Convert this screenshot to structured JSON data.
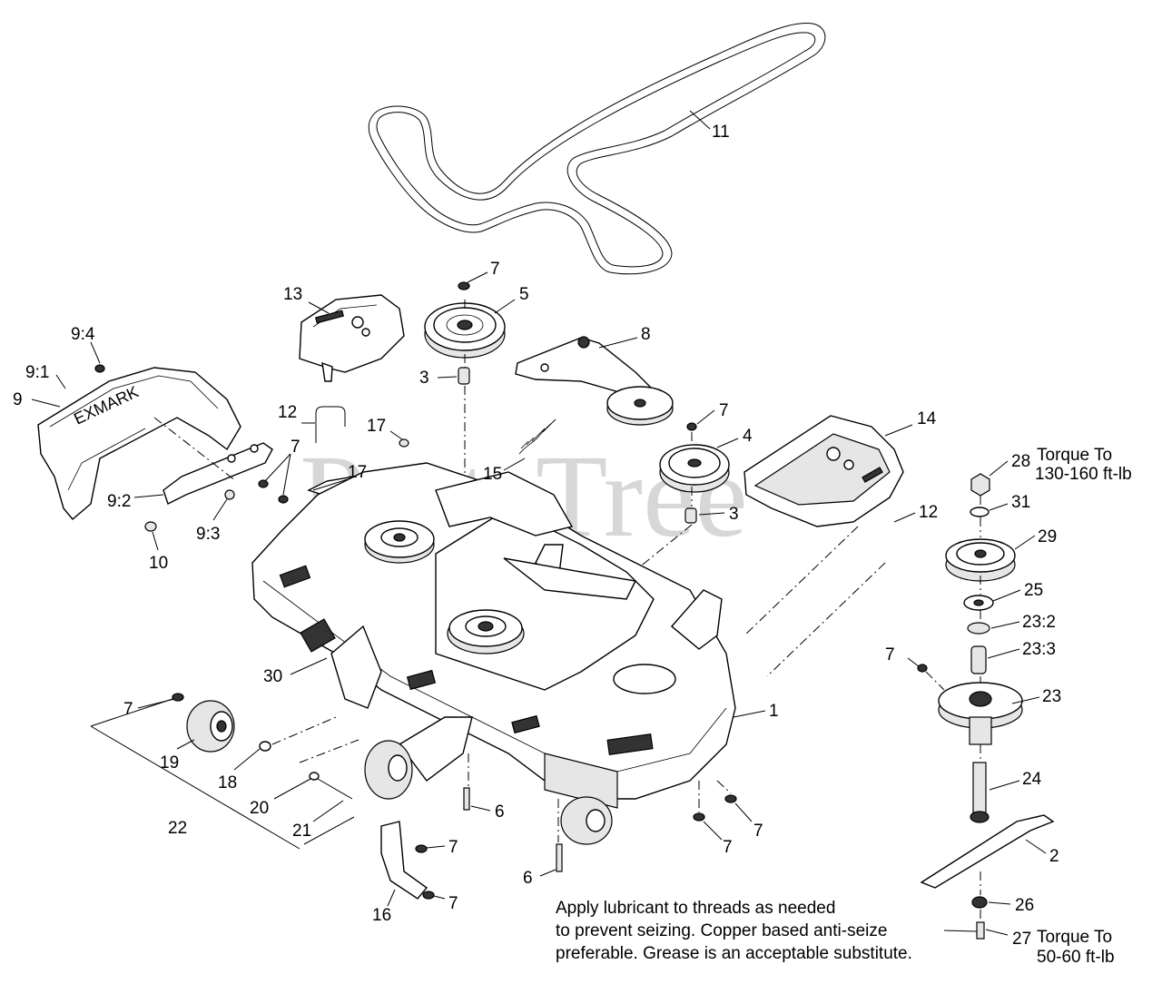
{
  "watermark": "PartsTree",
  "callouts": {
    "c11": "11",
    "c13": "13",
    "c7_top": "7",
    "c5": "5",
    "c8": "8",
    "c3_a": "3",
    "c9_4": "9:4",
    "c9_1": "9:1",
    "c9": "9",
    "c12_left": "12",
    "c17_a": "17",
    "c7_b": "7",
    "c17_b": "17",
    "c15": "15",
    "c7_c": "7",
    "c4": "4",
    "c14": "14",
    "c3_b": "3",
    "c12_right": "12",
    "c9_2": "9:2",
    "c9_3": "9:3",
    "c10": "10",
    "c28": "28",
    "c31": "31",
    "c29": "29",
    "c25": "25",
    "c23_2": "23:2",
    "c23_3": "23:3",
    "c7_d": "7",
    "c23": "23",
    "c30": "30",
    "c1": "1",
    "c7_e": "7",
    "c19": "19",
    "c18": "18",
    "c20": "20",
    "c21": "21",
    "c22": "22",
    "c6_a": "6",
    "c7_f": "7",
    "c7_g": "7",
    "c24": "24",
    "c2": "2",
    "c7_h": "7",
    "c6_b": "6",
    "c7_i": "7",
    "c16": "16",
    "c26": "26",
    "c27": "27"
  },
  "torque": {
    "top_line1": "Torque To",
    "top_line2": "130-160 ft-lb",
    "bottom_line1": "Torque To",
    "bottom_line2": "50-60 ft-lb"
  },
  "note": {
    "line1": "Apply lubricant to threads as needed",
    "line2": "to prevent seizing. Copper based anti-seize",
    "line3": "preferable. Grease is an acceptable substitute."
  }
}
